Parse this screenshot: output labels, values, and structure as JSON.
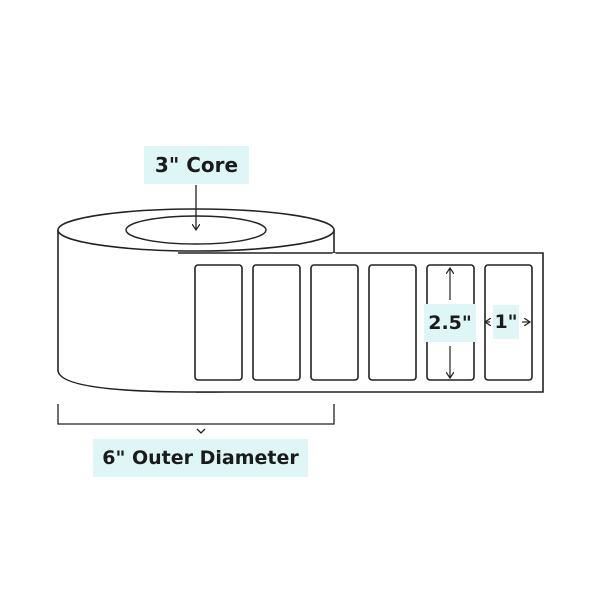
{
  "core_label": "3\" Core",
  "outer_diameter_label": "6\" Outer Diameter",
  "label_height": "2.5\"",
  "label_width": "1\"",
  "label_count": 6,
  "colors": {
    "callout_bg": "#dff6f6",
    "stroke": "#222222",
    "text": "#1b1b1b"
  }
}
